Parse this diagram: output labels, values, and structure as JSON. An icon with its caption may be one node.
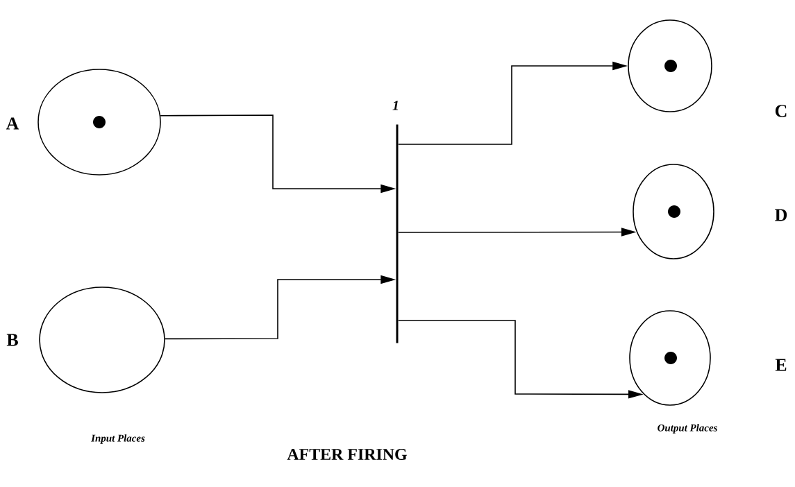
{
  "diagram": {
    "title": "AFTER FIRING",
    "nodes": [
      {
        "text": [],
        "shape": "circle",
        "beside": [
          "A"
        ]
      },
      {
        "text": [],
        "shape": "circle",
        "beside": [
          "B"
        ]
      },
      {
        "text": [],
        "shape": "circle",
        "beside": [
          "C"
        ]
      },
      {
        "text": [],
        "shape": "circle",
        "beside": [
          "D"
        ]
      },
      {
        "text": [],
        "shape": "circle",
        "beside": [
          "E"
        ]
      },
      {
        "text": [
          "1"
        ]
      }
    ],
    "edges": [
      {
        "from": 0,
        "to": 5,
        "arrow": "to"
      },
      {
        "from": 1,
        "to": 5,
        "arrow": "to"
      },
      {
        "from": 5,
        "to": 2,
        "arrow": "to"
      },
      {
        "from": 5,
        "to": 3,
        "arrow": "to"
      },
      {
        "from": 5,
        "to": 4,
        "arrow": "to"
      }
    ],
    "labels": [
      "Input Places",
      "Output Places"
    ]
  }
}
